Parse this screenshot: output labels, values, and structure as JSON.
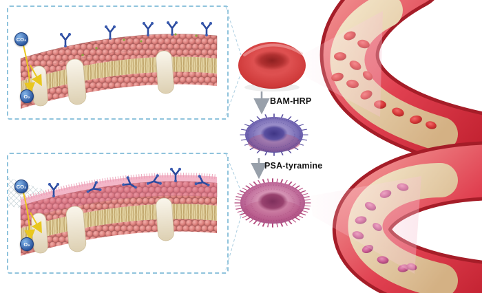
{
  "figure": {
    "left_panels": {
      "top": {
        "co2": "CO₂",
        "o2": "O₂"
      },
      "bottom": {
        "co2": "CO₂",
        "o2": "O₂"
      }
    },
    "center_flow": {
      "arrow1_label": "BAM-HRP",
      "arrow2_label": "PSA-tyramine"
    },
    "icons": {
      "antibody": "antibody-y-icon",
      "gas_badge": "gas-molecule-badge",
      "down_arrow": "down-arrow-icon",
      "transport_arrow": "yellow-transport-arrow-icon"
    },
    "colors": {
      "panel_border": "#8fc3dc",
      "membrane_pink": "#d97c78",
      "tails_tan": "#e3d3a2",
      "antibody_blue": "#2b4a9e",
      "vessel_red": "#d92b35",
      "lumen_beige": "#e6cfa8",
      "rbc_red": "#cf3a3a",
      "bam_purple": "#6c60ae",
      "psa_pink": "#bb6495",
      "arrow_gray": "#98a0aa",
      "transport_yellow": "#e9c71f",
      "badge_blue": "#28539c"
    }
  }
}
